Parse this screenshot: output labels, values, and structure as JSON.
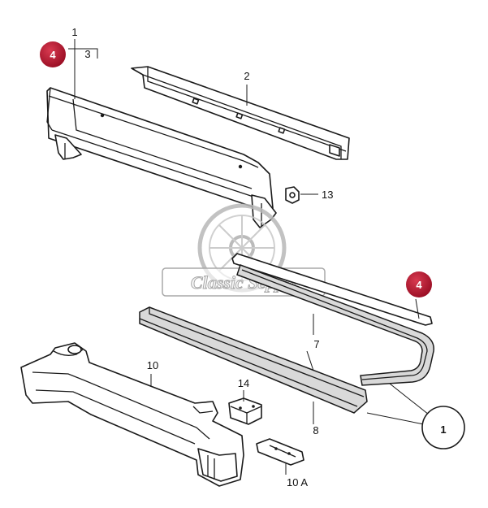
{
  "callouts": {
    "c1": "1",
    "c2": "2",
    "c3": "3",
    "c7": "7",
    "c8": "8",
    "c10": "10",
    "c10a": "10 A",
    "c13": "13",
    "c14": "14",
    "detail": "1"
  },
  "badges": {
    "top_left": "4",
    "right": "4",
    "color": "#b5122e"
  },
  "watermark": {
    "text": "Classic Seppel"
  }
}
